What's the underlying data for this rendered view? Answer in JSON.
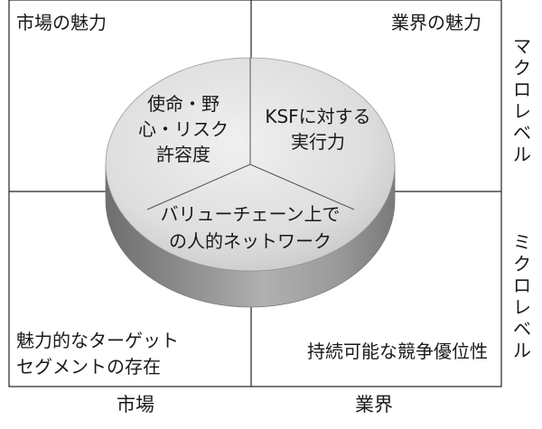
{
  "quadrants": {
    "top_left": "市場の魅力",
    "top_right": "業界の魅力",
    "bottom_left": [
      "魅力的なターゲット",
      "セグメントの存在"
    ],
    "bottom_right": "持続可能な競争優位性"
  },
  "pie_segments": {
    "left": [
      "使命・野",
      "心・リスク",
      "許容度"
    ],
    "right": [
      "KSFに対する",
      "実行力"
    ],
    "bottom": [
      "バリューチェーン上で",
      "の人的ネットワーク"
    ]
  },
  "axis_labels": {
    "bottom_left": "市場",
    "bottom_right": "業界",
    "right_top": "マクロレベル",
    "right_bottom": "ミクロレベル"
  }
}
